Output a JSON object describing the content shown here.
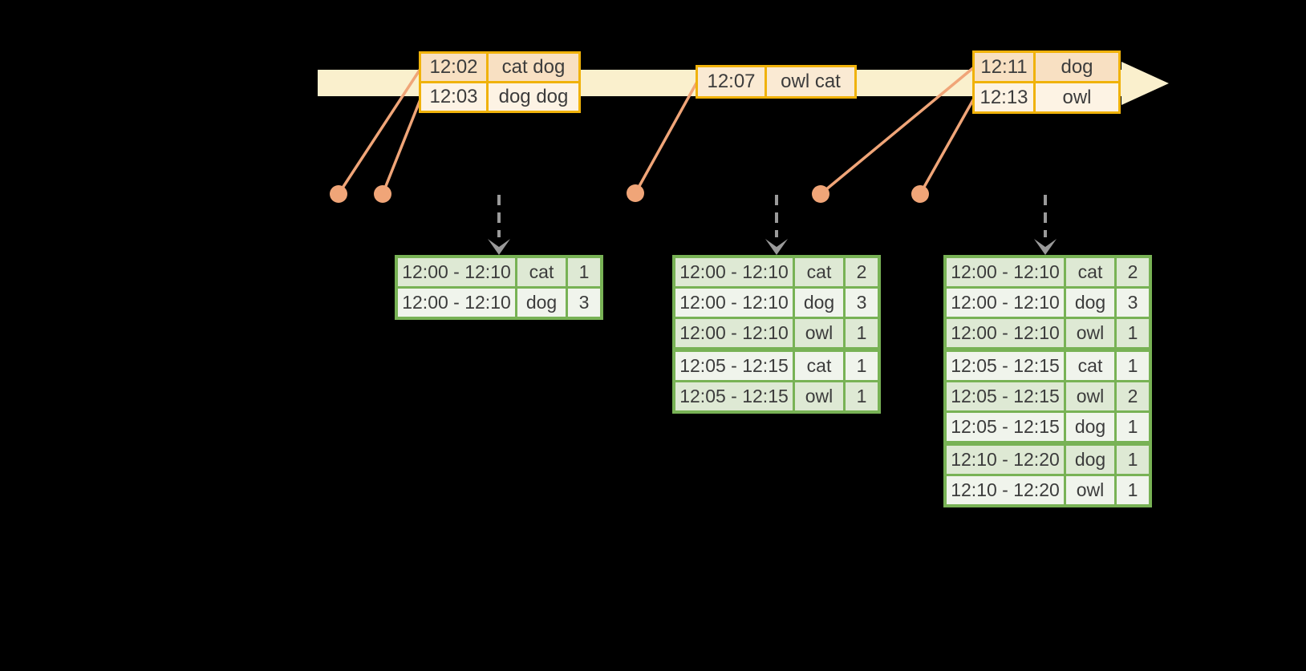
{
  "colors": {
    "background": "#000000",
    "timeline_fill": "#FAF0CD",
    "event_border": "#F0B20A",
    "event_row_dark": "#F8E0C2",
    "event_row_mid": "#FAEAD3",
    "event_row_light": "#FDF3E4",
    "connector": "#F0A578",
    "result_border": "#78B255",
    "result_row_dark": "#DEE9D4",
    "result_row_light": "#F0F4EC",
    "arrow_gray": "#9A9A9A",
    "text": "#3C3C3C"
  },
  "event_tables": [
    {
      "rows": [
        {
          "time": "12:02",
          "words": "cat dog",
          "tone": "dark"
        },
        {
          "time": "12:03",
          "words": "dog dog",
          "tone": "light"
        }
      ]
    },
    {
      "rows": [
        {
          "time": "12:07",
          "words": "owl cat",
          "tone": "mid"
        }
      ]
    },
    {
      "rows": [
        {
          "time": "12:11",
          "words": "dog",
          "tone": "dark"
        },
        {
          "time": "12:13",
          "words": "owl",
          "tone": "light"
        }
      ]
    }
  ],
  "result_tables": [
    {
      "rows": [
        {
          "window": "12:00 - 12:10",
          "word": "cat",
          "count": "1"
        },
        {
          "window": "12:00 - 12:10",
          "word": "dog",
          "count": "3"
        }
      ]
    },
    {
      "rows": [
        {
          "window": "12:00 - 12:10",
          "word": "cat",
          "count": "2"
        },
        {
          "window": "12:00 - 12:10",
          "word": "dog",
          "count": "3"
        },
        {
          "window": "12:00 - 12:10",
          "word": "owl",
          "count": "1"
        },
        {
          "window": "12:05 - 12:15",
          "word": "cat",
          "count": "1"
        },
        {
          "window": "12:05 - 12:15",
          "word": "owl",
          "count": "1"
        }
      ]
    },
    {
      "rows": [
        {
          "window": "12:00 - 12:10",
          "word": "cat",
          "count": "2"
        },
        {
          "window": "12:00 - 12:10",
          "word": "dog",
          "count": "3"
        },
        {
          "window": "12:00 - 12:10",
          "word": "owl",
          "count": "1"
        },
        {
          "window": "12:05 - 12:15",
          "word": "cat",
          "count": "1"
        },
        {
          "window": "12:05 - 12:15",
          "word": "owl",
          "count": "2"
        },
        {
          "window": "12:05 - 12:15",
          "word": "dog",
          "count": "1"
        },
        {
          "window": "12:10 - 12:20",
          "word": "dog",
          "count": "1"
        },
        {
          "window": "12:10 - 12:20",
          "word": "owl",
          "count": "1"
        }
      ]
    }
  ]
}
